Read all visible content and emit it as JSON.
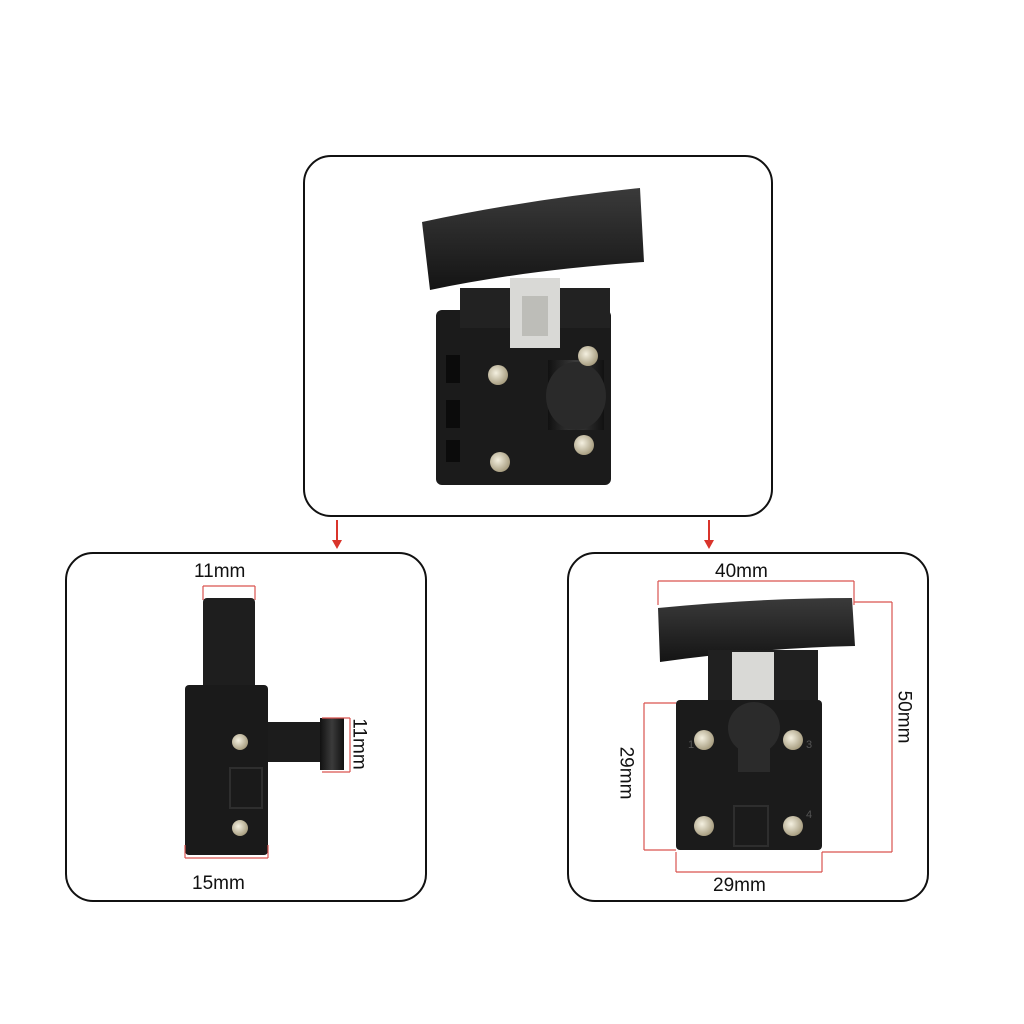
{
  "figure": {
    "views": [
      {
        "id": "perspective"
      },
      {
        "id": "side"
      },
      {
        "id": "front"
      }
    ],
    "dimensions": {
      "side_top_width": "11mm",
      "side_shaft_diameter": "11mm",
      "side_bottom_depth": "15mm",
      "front_trigger_width": "40mm",
      "front_total_height": "50mm",
      "front_body_height": "29mm",
      "front_body_width": "29mm"
    },
    "terminal_numbers": [
      "1",
      "3",
      "4"
    ],
    "colors": {
      "body": "#1c1c1c",
      "dimension_line": "#d9534f",
      "arrow": "#d9342b",
      "panel_border": "#111111"
    }
  }
}
